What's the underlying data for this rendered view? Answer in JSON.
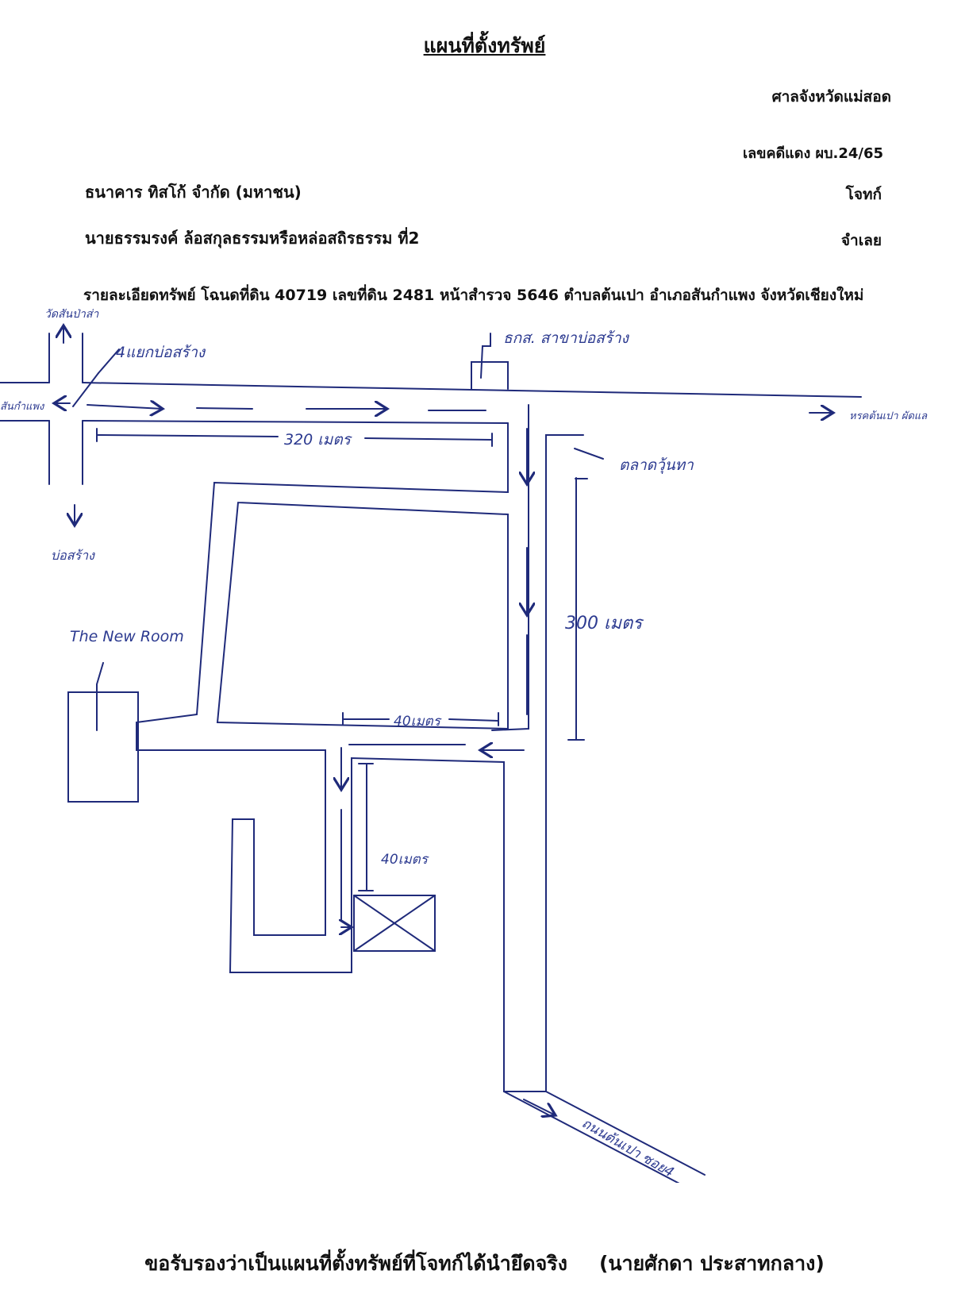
{
  "header": {
    "title": "แผนที่ตั้งทรัพย์",
    "court": "ศาลจังหวัดแม่สอด",
    "case_no": "เลขคดีแดง ผบ.24/65"
  },
  "parties": {
    "plaintiff_name": "ธนาคาร ทิสโก้ จำกัด (มหาชน)",
    "plaintiff_role": "โจทก์",
    "defendant_name": "นายธรรมรงค์ ล้อสกุลธรรมหรือหล่อสถิรธรรม ที่2",
    "defendant_role": "จำเลย"
  },
  "property_detail": "รายละเอียดทรัพย์ โฉนดที่ดิน 40719 เลขที่ดิน 2481 หน้าสำรวจ 5646 ตำบลต้นเปา อำเภอสันกำแพง จังหวัดเชียงใหม่",
  "map": {
    "labels": {
      "nw_top": "วัดสันป่าส่า",
      "intersection": "4แยกบ่อสร้าง",
      "west": "สันกำแพง",
      "south_left": "บ่อสร้าง",
      "bank": "ธกส. สาขาบ่อสร้าง",
      "east": "หรคต้นเปา ผัดแล",
      "market": "ตลาดวุ้นทา",
      "the_new_room": "The New Room",
      "dist_320_h": "320 เมตร",
      "dist_300_v": "300 เมตร",
      "dist_40_h": "40เมตร",
      "dist_40_v": "40เมตร",
      "se_road": "ถนนต้นเปา ซอย4"
    }
  },
  "footer": {
    "certification": "ขอรับรองว่าเป็นแผนที่ตั้งทรัพย์ที่โจทก์ได้นำยึดจริง",
    "signature": "(นายศักดา ประสาทกลาง)"
  }
}
